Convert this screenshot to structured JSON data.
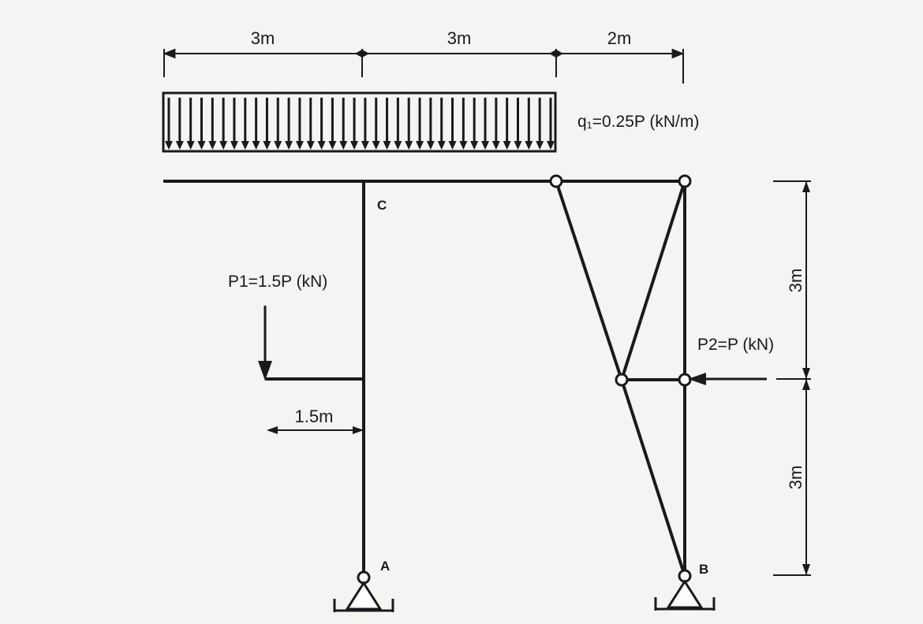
{
  "dimensions": {
    "top": [
      "3m",
      "3m",
      "2m"
    ],
    "right": [
      "3m",
      "3m"
    ],
    "offset": "1.5m"
  },
  "loads": {
    "distributed": "q₁=0.25P (kN/m)",
    "p1": "P1=1.5P (kN)",
    "p2": "P2=P (kN)"
  },
  "points": {
    "c": "C",
    "a": "A",
    "b": "B"
  },
  "colors": {
    "ink": "#1a1a1a",
    "background": "#f4f4f2"
  }
}
